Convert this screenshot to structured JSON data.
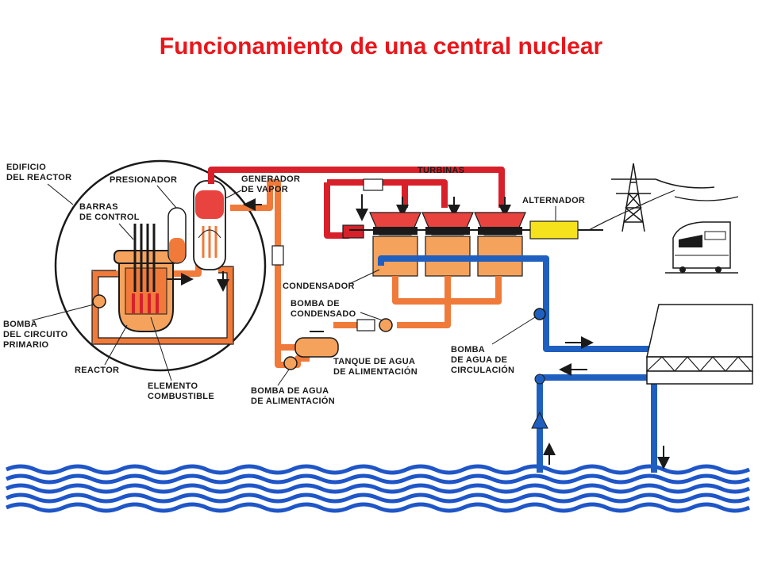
{
  "page": {
    "title": "Funcionamiento de una central nuclear"
  },
  "labels": {
    "edificio_1": "EDIFICIO",
    "edificio_2": "DEL REACTOR",
    "presionador": "PRESIONADOR",
    "generador_1": "GENERADOR",
    "generador_2": "DE VAPOR",
    "barras_1": "BARRAS",
    "barras_2": "DE CONTROL",
    "turbinas": "TURBINAS",
    "alternador": "ALTERNADOR",
    "condensador": "CONDENSADOR",
    "bomba_cond_1": "BOMBA DE",
    "bomba_cond_2": "CONDENSADO",
    "tanque_1": "TANQUE DE AGUA",
    "tanque_2": "DE ALIMENTACIÓN",
    "bomba_prim_1": "BOMBA",
    "bomba_prim_2": "DEL CIRCUITO",
    "bomba_prim_3": "PRIMARIO",
    "reactor": "REACTOR",
    "elemento_1": "ELEMENTO",
    "elemento_2": "COMBUSTIBLE",
    "bomba_alim_1": "BOMBA DE AGUA",
    "bomba_alim_2": "DE ALIMENTACIÓN",
    "bomba_circ_1": "BOMBA",
    "bomba_circ_2": "DE AGUA DE",
    "bomba_circ_3": "CIRCULACIÓN"
  },
  "colors": {
    "title": "#e8161b",
    "primary_loop": "#f07a3a",
    "steam_loop": "#d8202a",
    "cooling_water": "#1f5fbf",
    "water": "#1e56c8",
    "alternator": "#f5e21c",
    "outline": "#1a1a1a"
  }
}
